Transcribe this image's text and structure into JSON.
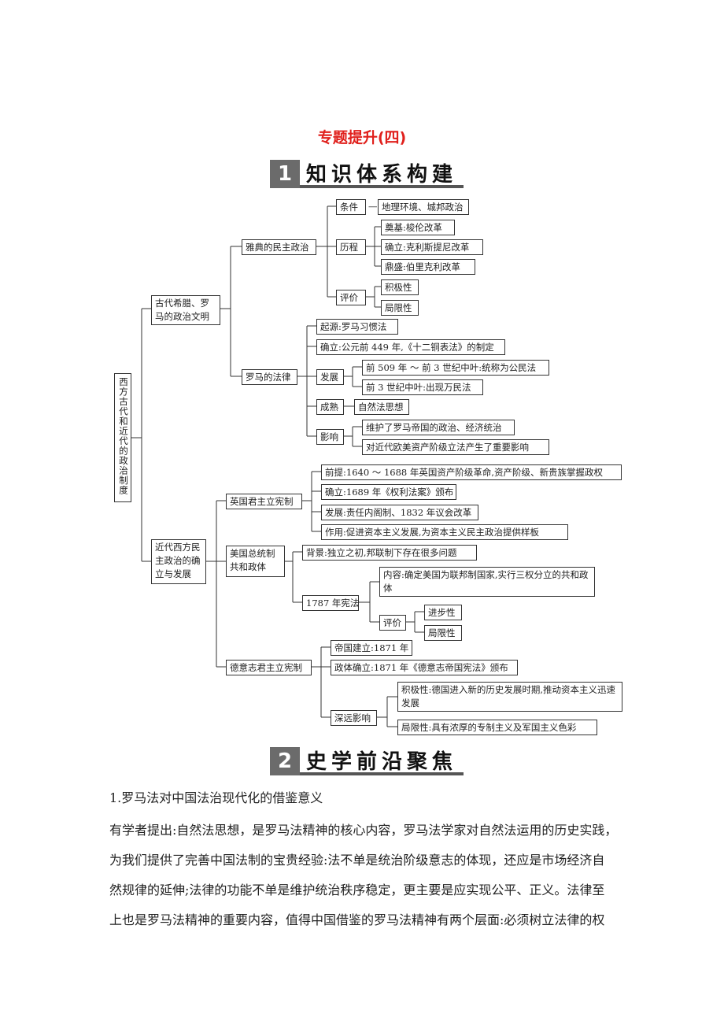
{
  "title": "专题提升(四)",
  "section1": {
    "num": "1",
    "label": "知识体系构建"
  },
  "section2": {
    "num": "2",
    "label": "史学前沿聚焦"
  },
  "tree": {
    "root": "西方古代和近代的政治制度",
    "ancient": "古代希腊、罗马的政治文明",
    "athens": "雅典的民主政治",
    "cond": "条件",
    "cond_dash": "—",
    "cond_val": "地理环境、城邦政治",
    "process": "历程",
    "p1": "奠基:梭伦改革",
    "p2": "确立:克利斯提尼改革",
    "p3": "鼎盛:伯里克利改革",
    "eval": "评价",
    "e1": "积极性",
    "e2": "局限性",
    "rome": "罗马的法律",
    "r_origin": "起源:罗马习惯法",
    "r_est": "确立:公元前 449 年,《十二铜表法》的制定",
    "r_dev": "发展",
    "r_d1": "前 509 年 ～ 前 3 世纪中叶:统称为公民法",
    "r_d2": "前 3 世纪中叶:出现万民法",
    "r_mat": "成熟",
    "r_mat_val": "自然法思想",
    "r_inf": "影响",
    "r_i1": "维护了罗马帝国的政治、经济统治",
    "r_i2": "对近代欧美资产阶级立法产生了重要影响",
    "modern": "近代西方民主政治的确立与发展",
    "uk": "英国君主立宪制",
    "uk1": "前提:1640 ～ 1688 年英国资产阶级革命,资产阶级、新贵族掌握政权",
    "uk2": "确立:1689 年《权利法案》颁布",
    "uk3": "发展:责任内阁制、1832 年议会改革",
    "uk4": "作用:促进资本主义发展,为资本主义民主政治提供样板",
    "us": "美国总统制共和政体",
    "us_bg": "背景:独立之初,邦联制下存在很多问题",
    "us_const": "1787 年宪法",
    "us_content": "内容:确定美国为联邦制国家,实行三权分立的共和政体",
    "us_eval": "评价",
    "us_e1": "进步性",
    "us_e2": "局限性",
    "de": "德意志君主立宪制",
    "de1": "帝国建立:1871 年",
    "de2": "政体确立:1871 年《德意志帝国宪法》颁布",
    "de_inf": "深远影响",
    "de_i1": "积极性:德国进入新的历史发展时期,推动资本主义迅速发展",
    "de_i2": "局限性:具有浓厚的专制主义及军国主义色彩"
  },
  "body": {
    "heading": "1.罗马法对中国法治现代化的借鉴意义",
    "lines": [
      "有学者提出:自然法思想，是罗马法精神的核心内容，罗马法学家对自然法运用的历史实践，",
      "为我们提供了完善中国法制的宝贵经验:法不单是统治阶级意志的体现，还应是市场经济自",
      "然规律的延伸;法律的功能不单是维护统治秩序稳定，更主要是应实现公平、正义。法律至",
      "上也是罗马法精神的重要内容，值得中国借鉴的罗马法精神有两个层面:必须树立法律的权"
    ]
  }
}
